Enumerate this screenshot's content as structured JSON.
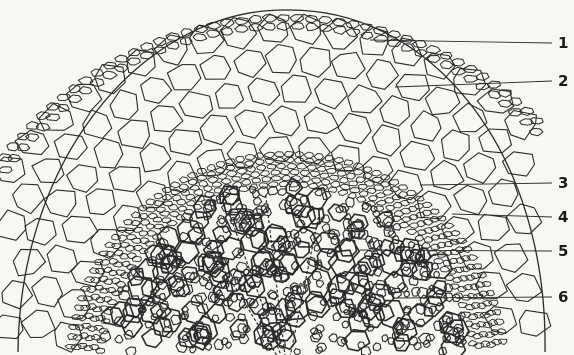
{
  "figure": {
    "labels": [
      {
        "id": "1",
        "text": "1"
      },
      {
        "id": "2",
        "text": "2"
      },
      {
        "id": "3",
        "text": "3"
      },
      {
        "id": "4",
        "text": "4"
      },
      {
        "id": "5",
        "text": "5"
      },
      {
        "id": "6",
        "text": "6"
      }
    ],
    "colors": {
      "ink": "#2a2a2a",
      "paper": "#f7f7f3"
    }
  }
}
